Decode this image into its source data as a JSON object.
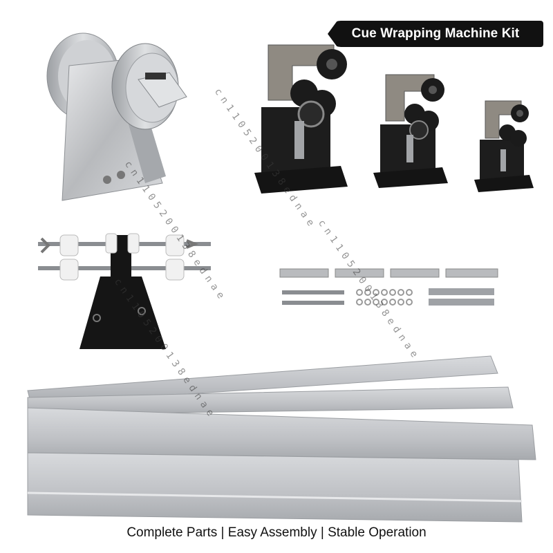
{
  "title": "Cue Wrapping Machine Kit",
  "caption": {
    "part1": "Complete Parts",
    "sep": " | ",
    "part2": "Easy Assembly",
    "part3": "Stable Operation"
  },
  "watermark": "cn1105200138ednae",
  "products": [
    {
      "name": "headstock-chuck"
    },
    {
      "name": "carriage-large"
    },
    {
      "name": "carriage-medium"
    },
    {
      "name": "carriage-small"
    },
    {
      "name": "tailstock-clamp"
    },
    {
      "name": "hardware-pack"
    },
    {
      "name": "aluminum-rails"
    }
  ],
  "colors": {
    "badge": "#111111",
    "aluminum": "#c9cbcf",
    "black_part": "#1b1b1b",
    "steel": "#9a9da1"
  }
}
